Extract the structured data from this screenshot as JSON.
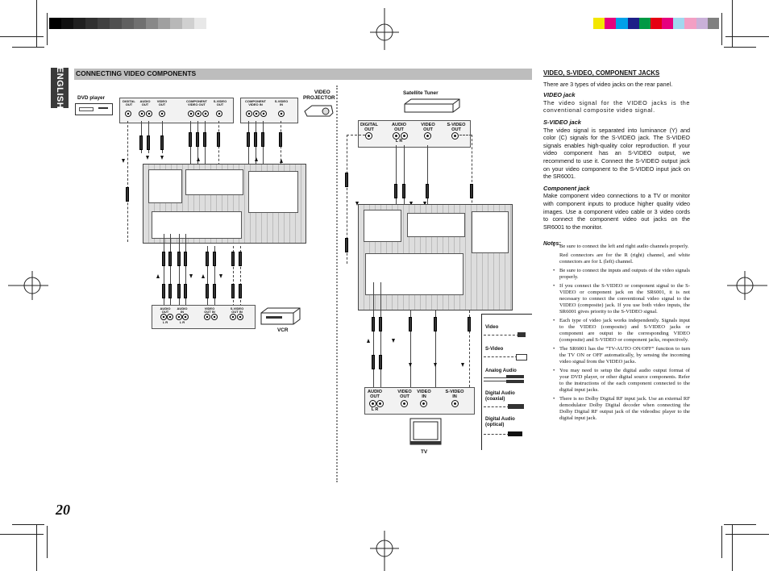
{
  "registration": {
    "gray_swatches": [
      "#000000",
      "#101010",
      "#202020",
      "#303030",
      "#404040",
      "#505050",
      "#606060",
      "#707070",
      "#888888",
      "#a0a0a0",
      "#b8b8b8",
      "#d0d0d0",
      "#e8e8e8",
      "#ffffff"
    ],
    "color_swatches": [
      "#f3e600",
      "#e6007e",
      "#00a0e9",
      "#1d2088",
      "#009944",
      "#e60012",
      "#e6007e",
      "#a0d8ef",
      "#f39fc4",
      "#c9b0d8",
      "#808080"
    ]
  },
  "sidebar": {
    "language": "ENGLISH"
  },
  "section": {
    "title": "CONNECTING VIDEO COMPONENTS"
  },
  "page": {
    "number": "20"
  },
  "diagram_left": {
    "dvd_player": "DVD player",
    "video_projector_1": "VIDEO",
    "video_projector_2": "PROJECTOR",
    "vcr": "VCR",
    "dvd_jacks": [
      {
        "l1": "DIGITAL",
        "l2": "OUT"
      },
      {
        "l1": "AUDIO",
        "l2": "OUT"
      },
      {
        "l1": "VIDEO",
        "l2": "OUT"
      },
      {
        "l1": "COMPONENT",
        "l2": "VIDEO OUT"
      },
      {
        "l1": "S-VIDEO",
        "l2": "OUT"
      }
    ],
    "proj_jacks": [
      {
        "l1": "COMPONENT",
        "l2": "VIDEO IN"
      },
      {
        "l1": "S-VIDEO",
        "l2": "IN"
      }
    ],
    "vcr_jacks": [
      {
        "l1": "AUDIO",
        "l2": "OUT",
        "l3": "L  R"
      },
      {
        "l1": "AUDIO",
        "l2": "IN",
        "l3": "L  R"
      },
      {
        "l1": "VIDEO",
        "l2": "OUT  IN",
        "l3": ""
      },
      {
        "l1": "S-VIDEO",
        "l2": "OUT  IN",
        "l3": ""
      }
    ]
  },
  "diagram_right": {
    "satellite_tuner": "Satellite Tuner",
    "tv": "TV",
    "sat_jacks": [
      {
        "l1": "DIGITAL",
        "l2": "OUT",
        "l3": ""
      },
      {
        "l1": "AUDIO",
        "l2": "OUT",
        "l3": "L   R"
      },
      {
        "l1": "VIDEO",
        "l2": "OUT",
        "l3": ""
      },
      {
        "l1": "S-VIDEO",
        "l2": "OUT",
        "l3": ""
      }
    ],
    "tv_jacks": [
      {
        "l1": "AUDIO",
        "l2": "OUT",
        "l3": "L  R"
      },
      {
        "l1": "VIDEO",
        "l2": "OUT",
        "l3": ""
      },
      {
        "l1": "VIDEO",
        "l2": "IN",
        "l3": ""
      },
      {
        "l1": "S-VIDEO",
        "l2": "IN",
        "l3": ""
      }
    ],
    "legend": [
      {
        "label": "Video"
      },
      {
        "label": "S-Video"
      },
      {
        "label": "Analog Audio"
      },
      {
        "label": "Digital Audio\n(coaxial)"
      },
      {
        "label": "Digital Audio\n(optical)"
      }
    ]
  },
  "text": {
    "heading": "VIDEO, S-VIDEO, COMPONENT JACKS",
    "intro": "There are 3 types of video jacks on the rear panel.",
    "video_jack_title": "VIDEO jack",
    "video_jack_body": "The video signal for the VIDEO jacks is the conventional composite video signal.",
    "svideo_jack_title": "S-VIDEO jack",
    "svideo_jack_body": "The video signal is separated into luminance (Y) and color (C) signals for the S-VIDEO jack. The S-VIDEO signals enables high-quality color reproduction. If your video component has an S-VIDEO output, we recommend to use it. Connect the S-VIDEO output jack on your video component to the S-VIDEO input jack on the SR6001.",
    "component_jack_title": "Component jack",
    "component_jack_body": "Make component video connections to a TV or monitor with component inputs to produce higher quality video images. Use a component video cable or 3 video cords to connect the component video out jacks on the SR6001 to the monitor.",
    "notes_title": "Notes:",
    "notes": [
      "Be sure to connect the left and right audio channels properly.",
      "Red connectors are for the R (right) channel, and white connectors are for L (left) channel.",
      "Be sure to connect the inputs and outputs of the video signals properly.",
      "If you connect the S-VIDEO or component signal to the S-VIDEO or component jack on the SR6001, it is not necessary to connect the conventional video signal to the VIDEO (composite) jack. If you use both video inputs, the SR6001 gives priority to the S-VIDEO signal.",
      "Each type of video jack works independently. Signals input to the VIDEO (composite) and S-VIDEO jacks or component are output to the corresponding VIDEO (composite) and S-VIDEO or component jacks, respectively.",
      "The SR6001 has the “TV-AUTO ON/OFF” function to turn the TV ON or OFF automatically, by sensing the incoming video signal from the VIDEO jacks.",
      "You may need to setup the digital audio output format of your DVD player, or other digital source components. Refer to the instructions of the each component connected to the digital input jacks.",
      "There is no Dolby Digital RF input jack. Use an external RF demodulator Dolby Digital decoder when connecting the Dolby Digital RF output jack of the videodisc player to the digital input jack."
    ]
  }
}
